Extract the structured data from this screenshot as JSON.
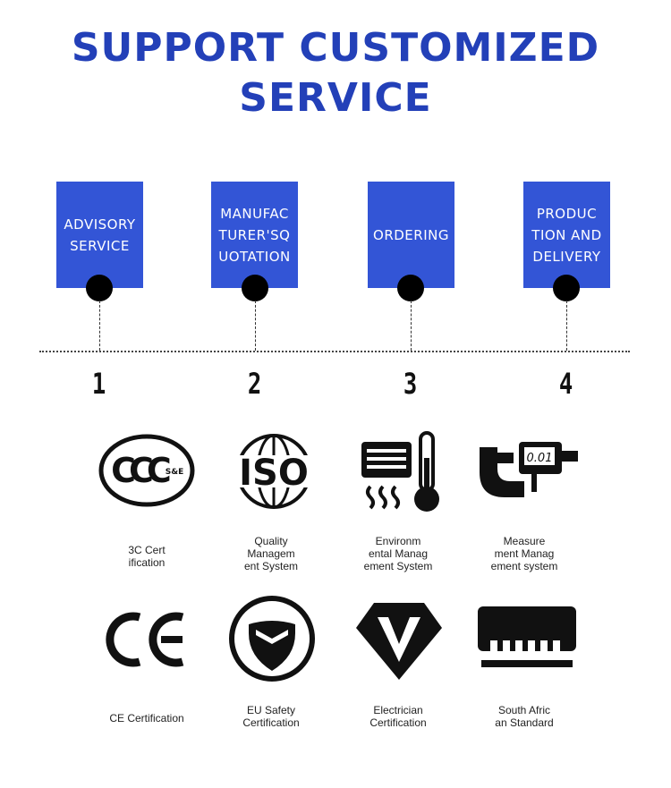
{
  "title_line1": "SUPPORT CUSTOMIZED",
  "title_line2": "SERVICE",
  "steps": [
    {
      "label": "ADVISORY\nSERVICE",
      "number": "1"
    },
    {
      "label": "MANUFAC\nTURER'SQ\nUOTATION",
      "number": "2"
    },
    {
      "label": "ORDERING",
      "number": "3"
    },
    {
      "label": "PRODUC\nTION AND\nDELIVERY",
      "number": "4"
    }
  ],
  "certs": [
    {
      "label": "3C Cert\nification",
      "icon": "ccc-icon",
      "icon_text": "CCC",
      "icon_subtext": "S&E"
    },
    {
      "label": "Quality\nManagem\nent System",
      "icon": "iso-icon",
      "icon_text": "ISO"
    },
    {
      "label": "Environm\nental Manag\nement System",
      "icon": "environment-thermometer-icon"
    },
    {
      "label": "Measure\nment Manag\nement system",
      "icon": "micrometer-icon",
      "icon_text": "0.01"
    },
    {
      "label": "CE Certification",
      "icon": "ce-icon",
      "icon_text": "CE"
    },
    {
      "label": "EU Safety\nCertification",
      "icon": "shield-icon"
    },
    {
      "label": "Electrician\nCertification",
      "icon": "v-diamond-icon"
    },
    {
      "label": "South Afric\nan Standard",
      "icon": "standard-plate-icon"
    }
  ],
  "colors": {
    "accent": "#3355d6",
    "title": "#2340b8"
  }
}
